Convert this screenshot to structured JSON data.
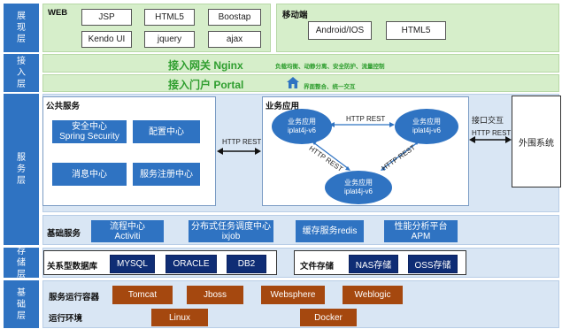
{
  "layers": {
    "presentation": "展现层",
    "access": "接入层",
    "service": "服务层",
    "storage": "存储层",
    "base": "基础层"
  },
  "presentation": {
    "web_title": "WEB",
    "web_items": [
      "JSP",
      "HTML5",
      "Boostap",
      "Kendo UI",
      "jquery",
      "ajax"
    ],
    "mobile_title": "移动端",
    "mobile_items": [
      "Android/IOS",
      "HTML5"
    ]
  },
  "access": {
    "gateway": "接入网关 Nginx",
    "gateway_note": "负载均衡、动静分离、安全防护、流量控制",
    "portal": "接入门户 Portal",
    "portal_note": "界面整合、统一交互"
  },
  "service": {
    "public_title": "公共服务",
    "public_items": [
      "安全中心\nSpring Security",
      "配置中心",
      "消息中心",
      "服务注册中心"
    ],
    "http_rest": "HTTP REST",
    "business_title": "业务应用",
    "business_node": "业务应用\niplat4j-v6",
    "interface_label": "接口交互",
    "external": "外围系统",
    "basic_title": "基础服务",
    "basic_items": [
      "流程中心\nActiviti",
      "分布式任务调度中心\nixjob",
      "缓存服务redis",
      "性能分析平台\nAPM"
    ]
  },
  "storage": {
    "db_title": "关系型数据库",
    "db_items": [
      "MYSQL",
      "ORACLE",
      "DB2"
    ],
    "file_title": "文件存储",
    "file_items": [
      "NAS存储",
      "OSS存储"
    ]
  },
  "base": {
    "container_title": "服务运行容器",
    "containers": [
      "Tomcat",
      "Jboss",
      "Websphere",
      "Weblogic"
    ],
    "env_title": "运行环境",
    "envs": [
      "Linux",
      "Docker"
    ]
  },
  "colors": {
    "layer_blue": "#2f73c2",
    "navy": "#0f2d75",
    "brown": "#a5480f",
    "green_text": "#2f9e2f",
    "green_band": "#d6eeca",
    "blue_band": "#d9e6f4"
  },
  "icons": [
    "house-icon"
  ]
}
